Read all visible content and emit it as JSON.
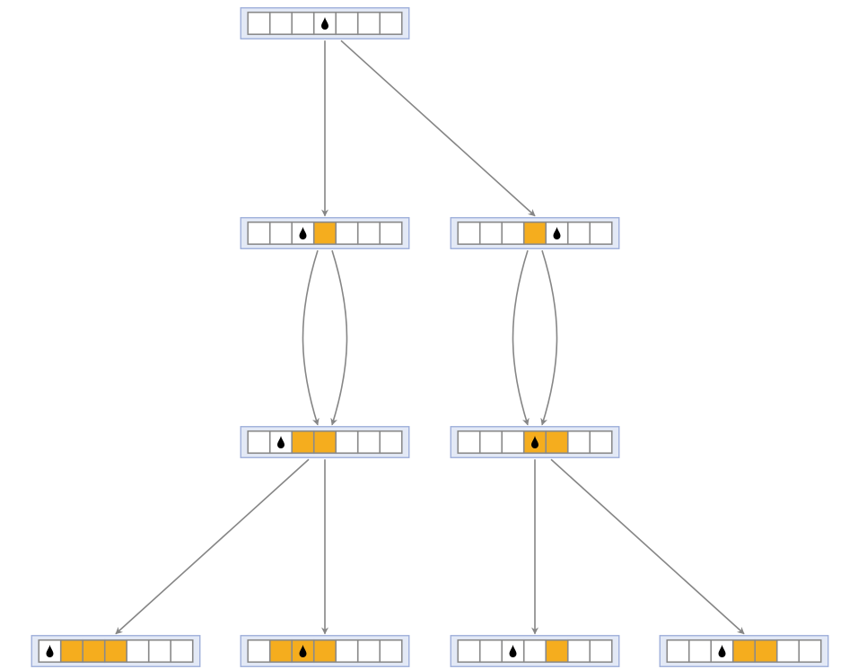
{
  "colors": {
    "canvas_background": "#ffffff",
    "frame_fill": "#e3e9f6",
    "frame_stroke": "#9fb0db",
    "cell_empty": "#ffffff",
    "cell_filled": "#f5ad1e",
    "cell_stroke": "#8a8a8a",
    "edge_stroke": "#868686",
    "head_marker": "#000000"
  },
  "icons": {
    "state_head": "teardrop-marker",
    "edge_head": "arrowhead"
  },
  "tape_length": 7,
  "states": [
    {
      "id": "s0",
      "level": 0,
      "filled": [],
      "head": 3.5
    },
    {
      "id": "s1",
      "level": 1,
      "filled": [
        3
      ],
      "head": 2.5
    },
    {
      "id": "s2",
      "level": 1,
      "filled": [
        3
      ],
      "head": 4.5
    },
    {
      "id": "s3",
      "level": 2,
      "filled": [
        2,
        3
      ],
      "head": 1.5
    },
    {
      "id": "s4",
      "level": 2,
      "filled": [
        3,
        4
      ],
      "head": 3.5
    },
    {
      "id": "s5",
      "level": 3,
      "filled": [
        1,
        2,
        3
      ],
      "head": 0.5
    },
    {
      "id": "s6",
      "level": 3,
      "filled": [
        1,
        2,
        3
      ],
      "head": 2.5
    },
    {
      "id": "s7",
      "level": 3,
      "filled": [
        4
      ],
      "head": 2.5
    },
    {
      "id": "s8",
      "level": 3,
      "filled": [
        3,
        4
      ],
      "head": 2.5
    }
  ],
  "transitions": [
    {
      "from": "s0",
      "to": "s1"
    },
    {
      "from": "s0",
      "to": "s2"
    },
    {
      "from": "s1",
      "to": "s3"
    },
    {
      "from": "s1",
      "to": "s3"
    },
    {
      "from": "s2",
      "to": "s4"
    },
    {
      "from": "s2",
      "to": "s4"
    },
    {
      "from": "s3",
      "to": "s5"
    },
    {
      "from": "s3",
      "to": "s6"
    },
    {
      "from": "s4",
      "to": "s7"
    },
    {
      "from": "s4",
      "to": "s8"
    }
  ]
}
